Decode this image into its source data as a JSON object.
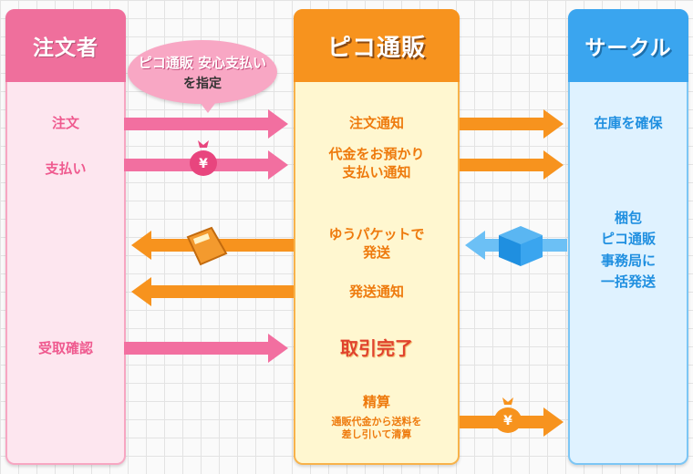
{
  "columns": {
    "customer": {
      "title": "注文者",
      "color": "#ef6f9c"
    },
    "platform": {
      "title": "ピコ通販",
      "color": "#f7931e"
    },
    "circle": {
      "title": "サークル",
      "color": "#3aa5ef"
    }
  },
  "bubble": {
    "line1": "ピコ通販 安心支払い",
    "line2": "を指定"
  },
  "customer_steps": {
    "order": "注文",
    "payment": "支払い",
    "confirm": "受取確認"
  },
  "platform_steps": {
    "order_notice": "注文通知",
    "deposit_notice_1": "代金をお預かり",
    "deposit_notice_2": "支払い通知",
    "ship_1": "ゆうパケットで",
    "ship_2": "発送",
    "ship_notice": "発送通知",
    "complete": "取引完了",
    "settle": "精算",
    "settle_note_1": "通販代金から送料を",
    "settle_note_2": "差し引いて清算"
  },
  "circle_steps": {
    "stock": "在庫を確保",
    "pack": "梱包",
    "office_1": "ピコ通販",
    "office_2": "事務局に",
    "office_3": "一括発送"
  },
  "icons": {
    "money_bag": "money-bag-icon",
    "yen": "¥",
    "package": "package-icon",
    "box": "box-icon"
  }
}
